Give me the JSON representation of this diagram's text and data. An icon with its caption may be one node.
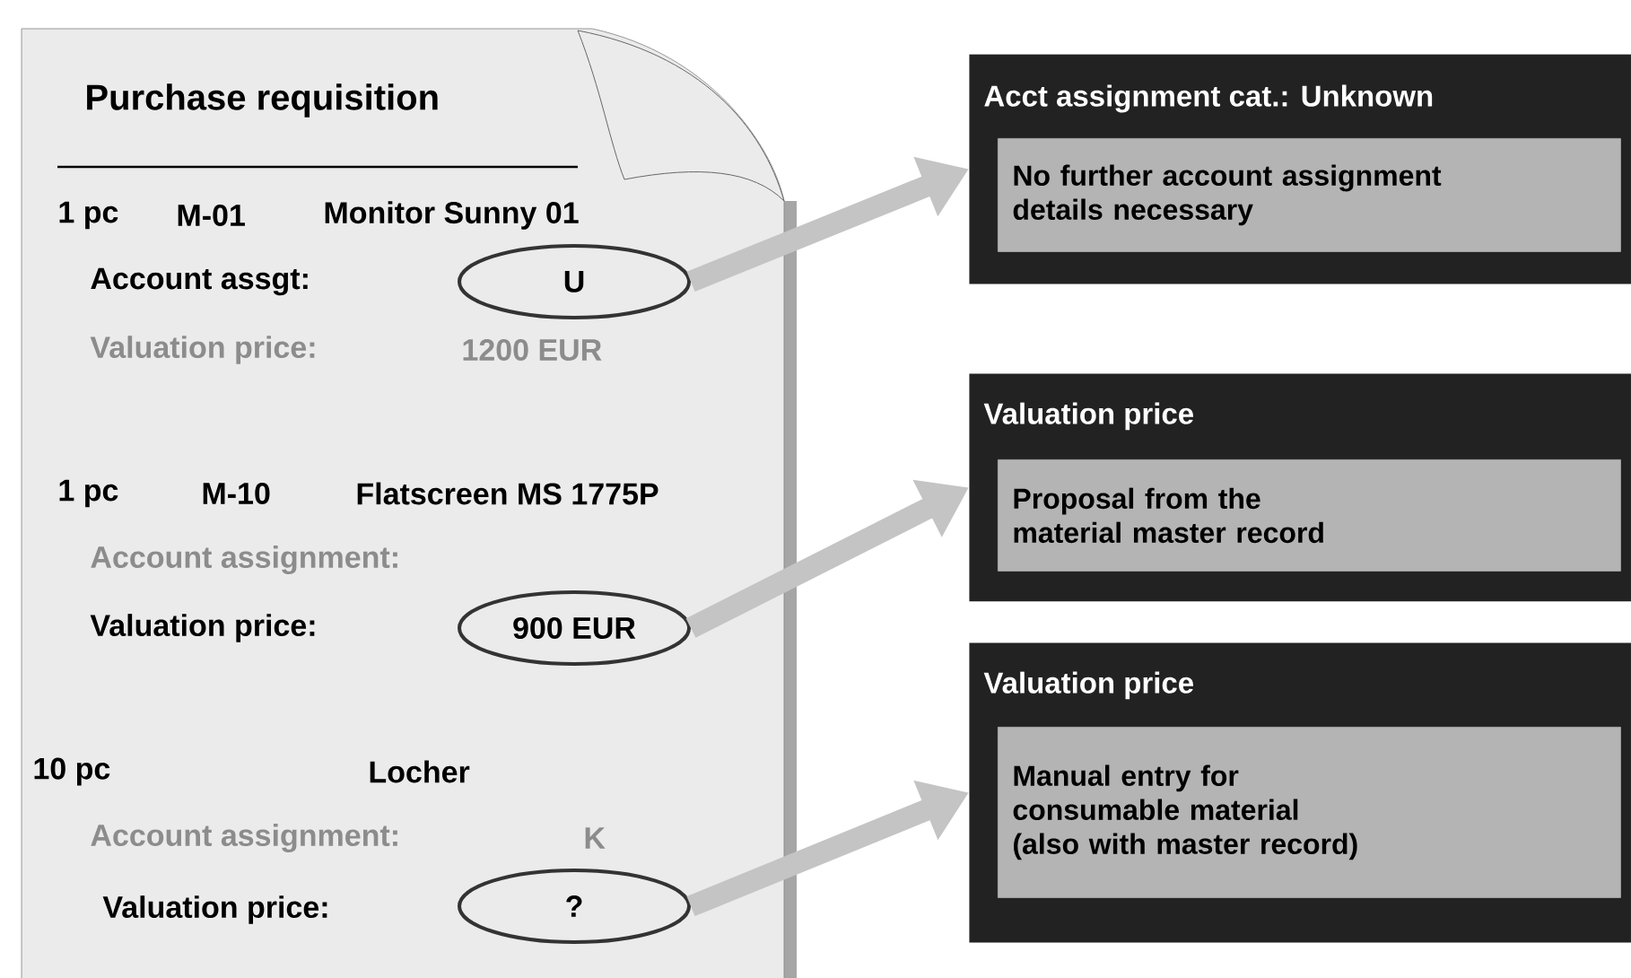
{
  "diagram": {
    "nodes": [
      {
        "text": [
          "Purchase requisition"
        ]
      },
      {
        "text": [
          "U"
        ],
        "in": 0
      },
      {
        "text": [
          "900 EUR"
        ],
        "in": 0
      },
      {
        "text": [
          "?"
        ],
        "in": 0
      },
      {
        "text": [
          "Acct assignment cat.: Unknown"
        ]
      },
      {
        "text": [
          "No further account assignment details necessary"
        ],
        "in": 4
      },
      {
        "text": [
          "Valuation price"
        ]
      },
      {
        "text": [
          "Proposal from the material master record"
        ],
        "in": 6
      },
      {
        "text": [
          "Valuation price"
        ]
      },
      {
        "text": [
          "Manual entry for consumable material (also with master record)"
        ],
        "in": 8
      }
    ],
    "edges": [
      {
        "from": 1,
        "to": 4,
        "arrow": "to"
      },
      {
        "from": 2,
        "to": 6,
        "arrow": "to"
      },
      {
        "from": 3,
        "to": 8,
        "arrow": "to"
      }
    ],
    "labels": [
      "1 pc",
      "M-01",
      "Monitor Sunny 01",
      "Account assgt:",
      "Valuation price:",
      "1200 EUR",
      "1 pc",
      "M-10",
      "Flatscreen MS 1775P",
      "Account assignment:",
      "Valuation price:",
      "10 pc",
      "Locher",
      "Account assignment:",
      "K",
      "Valuation price:"
    ]
  }
}
